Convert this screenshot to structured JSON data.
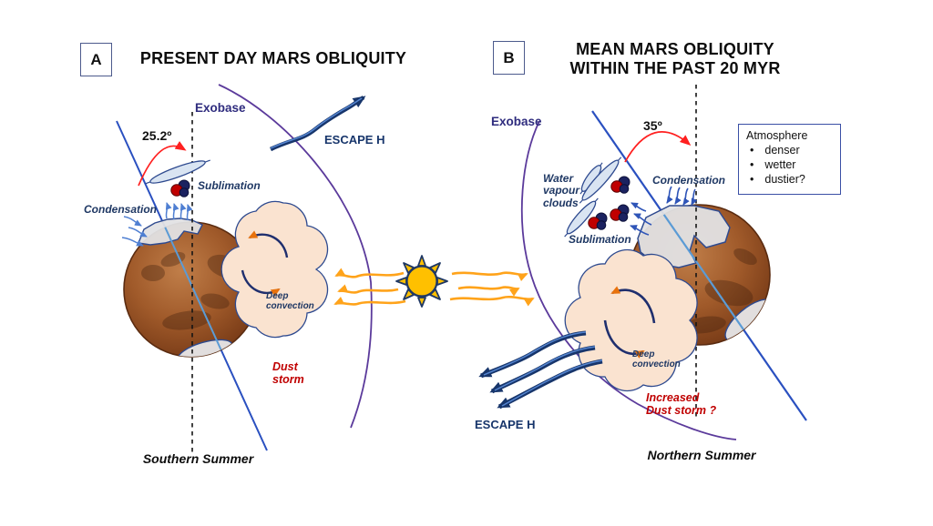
{
  "panel_a": {
    "label": "A",
    "title": "PRESENT DAY MARS OBLIQUITY",
    "exobase": "Exobase",
    "obliquity_angle": "25.2º",
    "sublimation": "Sublimation",
    "condensation": "Condensation",
    "escape": "ESCAPE H",
    "deep_convection": "Deep convection",
    "dust_storm": "Dust storm",
    "season": "Southern Summer"
  },
  "panel_b": {
    "label": "B",
    "title_line1": "MEAN MARS OBLIQUITY",
    "title_line2": "WITHIN THE PAST 20 MYR",
    "exobase": "Exobase",
    "obliquity_angle": "35º",
    "water_vapour_clouds": "Water vapour clouds",
    "condensation": "Condensation",
    "sublimation": "Sublimation",
    "deep_convection": "Deep convection",
    "dust_storm": "Increased Dust storm ?",
    "escape": "ESCAPE H",
    "season": "Northern Summer",
    "atmosphere_box": {
      "title": "Atmosphere",
      "items": [
        "denser",
        "wetter",
        "dustier?"
      ]
    }
  },
  "colors": {
    "label_navy": "#1F3864",
    "exobase_purple": "#2F2C7E",
    "axis_blue": "#2A50C0",
    "planet_axis_light": "#5B9BD5",
    "exobase_arc_purple": "#5B3A9B",
    "warning_red_text": "#C00000",
    "angle_arrow_red": "#FF2020",
    "sun_fill": "#FFC000",
    "sun_ray_arrow_orange": "#FFA31A",
    "convection_cloud_peach": "#FAE3D0",
    "water_cloud_blue": "#DCE6F4",
    "polar_cap_gray": "#E2E2E4",
    "escape_arrow_navy": "#17356B"
  }
}
